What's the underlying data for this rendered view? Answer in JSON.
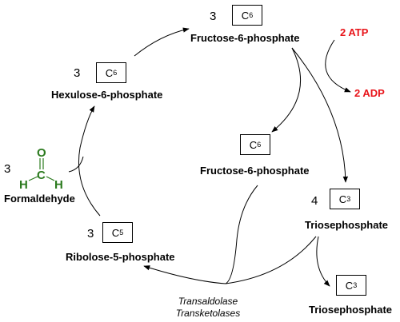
{
  "nodes": {
    "f6p_top": {
      "count": "3",
      "box_main": "C",
      "box_sub": "6",
      "label": "Fructose-6-phosphate"
    },
    "h6p": {
      "count": "3",
      "box_main": "C",
      "box_sub": "6",
      "label": "Hexulose-6-phosphate"
    },
    "f6p_mid": {
      "box_main": "C",
      "box_sub": "6",
      "label": "Fructose-6-phosphate"
    },
    "triose": {
      "count": "4",
      "box_main": "C",
      "box_sub": "3",
      "label": "Triosephosphate"
    },
    "triose_out": {
      "box_main": "C",
      "box_sub": "3",
      "label": "Triosephosphate"
    },
    "r5p": {
      "count": "3",
      "box_main": "C",
      "box_sub": "5",
      "label": "Ribolose-5-phosphate"
    },
    "formaldehyde": {
      "count": "3",
      "label": "Formaldehyde",
      "atom_o": "O",
      "atom_c": "C",
      "atom_h1": "H",
      "atom_h2": "H"
    }
  },
  "cofactors": {
    "atp": "2 ATP",
    "adp": "2 ADP"
  },
  "enzymes": {
    "line1": "Transaldolase",
    "line2": "Transketolases"
  },
  "colors": {
    "cofactor": "#e8141a",
    "formaldehyde": "#2b7a1e"
  }
}
